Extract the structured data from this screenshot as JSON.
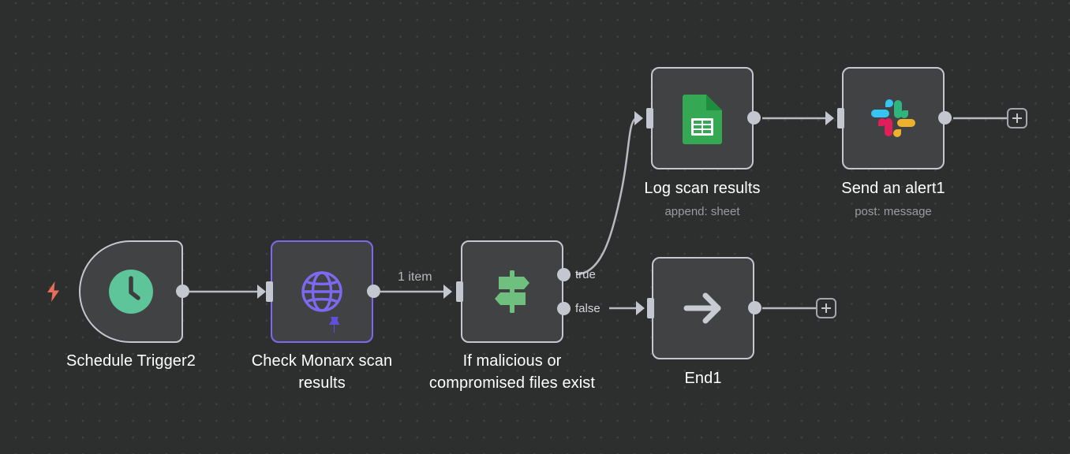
{
  "canvas": {
    "background_color": "#2d2e2e",
    "dot_color": "#3f4142"
  },
  "theme": {
    "node_fill": "#414244",
    "node_border": "#c5c7d0",
    "accent_purple": "#7d69f0",
    "connection": "#b8babf",
    "trigger_bolt": "#ea6d5b",
    "schedule_green": "#5ec49a",
    "if_green": "#6fbf7e",
    "sheets_green": "#34a853",
    "slack_blue": "#36c5f0",
    "slack_green": "#2eb67d",
    "slack_red": "#e01e5a",
    "slack_yellow": "#ecb22e"
  },
  "nodes": [
    {
      "id": "schedule-trigger",
      "label": "Schedule Trigger2",
      "sublabel": "",
      "icon": "clock-icon",
      "shape": "trigger"
    },
    {
      "id": "check-monarx",
      "label": "Check Monarx scan\nresults",
      "sublabel": "",
      "icon": "globe-icon",
      "shape": "rounded",
      "pinned": true
    },
    {
      "id": "if-malicious",
      "label": "If malicious or\ncompromised files exist",
      "sublabel": "",
      "icon": "signpost-icon",
      "shape": "rounded",
      "outputs": [
        "true",
        "false"
      ]
    },
    {
      "id": "log-scan-results",
      "label": "Log scan results",
      "sublabel": "append: sheet",
      "icon": "google-sheets-icon",
      "shape": "rounded"
    },
    {
      "id": "send-an-alert",
      "label": "Send an alert1",
      "sublabel": "post: message",
      "icon": "slack-icon",
      "shape": "rounded"
    },
    {
      "id": "end1",
      "label": "End1",
      "sublabel": "",
      "icon": "arrow-right-icon",
      "shape": "rounded"
    }
  ],
  "connections": [
    {
      "from": "schedule-trigger",
      "to": "check-monarx",
      "label": ""
    },
    {
      "from": "check-monarx",
      "to": "if-malicious",
      "label": "1 item"
    },
    {
      "from": "if-malicious",
      "output": "true",
      "to": "log-scan-results",
      "label": ""
    },
    {
      "from": "if-malicious",
      "output": "false",
      "to": "end1",
      "label": ""
    },
    {
      "from": "log-scan-results",
      "to": "send-an-alert",
      "label": ""
    }
  ],
  "port_labels": {
    "true": "true",
    "false": "false"
  },
  "add_buttons": [
    {
      "id": "add-after-send-an-alert",
      "label": "+"
    },
    {
      "id": "add-after-end1",
      "label": "+"
    }
  ]
}
